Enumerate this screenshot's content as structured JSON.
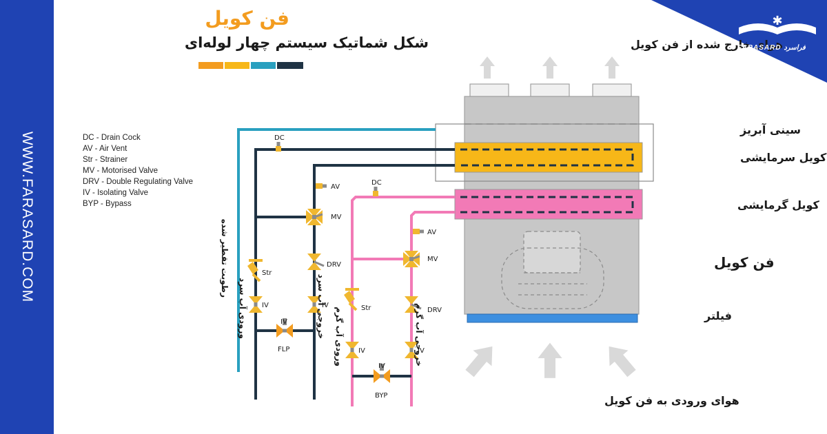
{
  "sidebar": {
    "website": "WWW.FARASARD.COM"
  },
  "brand": {
    "logo_text": "FARASARD فراسرد"
  },
  "header": {
    "title": "فن کویل",
    "subtitle": "شکل شماتیک سیستم چهار لوله‌ای",
    "color_bars": [
      "#f39c1f",
      "#f7b718",
      "#29a0bf",
      "#1f3344"
    ]
  },
  "legend": [
    "DC - Drain Cock",
    "AV - Air Vent",
    "Str - Strainer",
    "MV - Motorised Valve",
    "DRV - Double Regulating Valve",
    "IV - Isolating Valve",
    "BYP - Bypass"
  ],
  "unit_labels": {
    "air_out": "هوای خارج شده از فن کویل",
    "drain_pan": "سینی آبریز",
    "cooling_coil": "کویل سرمایشی",
    "heating_coil": "کویل گرمایشی",
    "fan_coil": "فن کویل",
    "filter": "فیلتر",
    "air_in": "هوای ورودی به فن کویل"
  },
  "pipe_labels": {
    "condensate": "رطوبت تقطیر شده",
    "chilled_in": "ورودی آب سرد",
    "chilled_out": "خروجی آب سرد",
    "hot_in": "ورودی آب گرم",
    "hot_out": "خروجی آب گرم"
  },
  "component_labels": {
    "dc": "DC",
    "av": "AV",
    "mv": "MV",
    "drv": "DRV",
    "str": "Str",
    "iv": "IV",
    "flp": "FLP",
    "byp": "BYP"
  },
  "colors": {
    "sidebar": "#1f43b3",
    "cooling_coil": "#f7b718",
    "heating_coil": "#f27ab6",
    "condensate_pipe": "#29a0bf",
    "chilled_pipe": "#1f3344",
    "hot_pipe": "#f27ab6",
    "valve": "#f0b72f",
    "flp_valve": "#f39c1f",
    "filter": "#3d8fe0",
    "cabinet": "#c7c7c7"
  }
}
